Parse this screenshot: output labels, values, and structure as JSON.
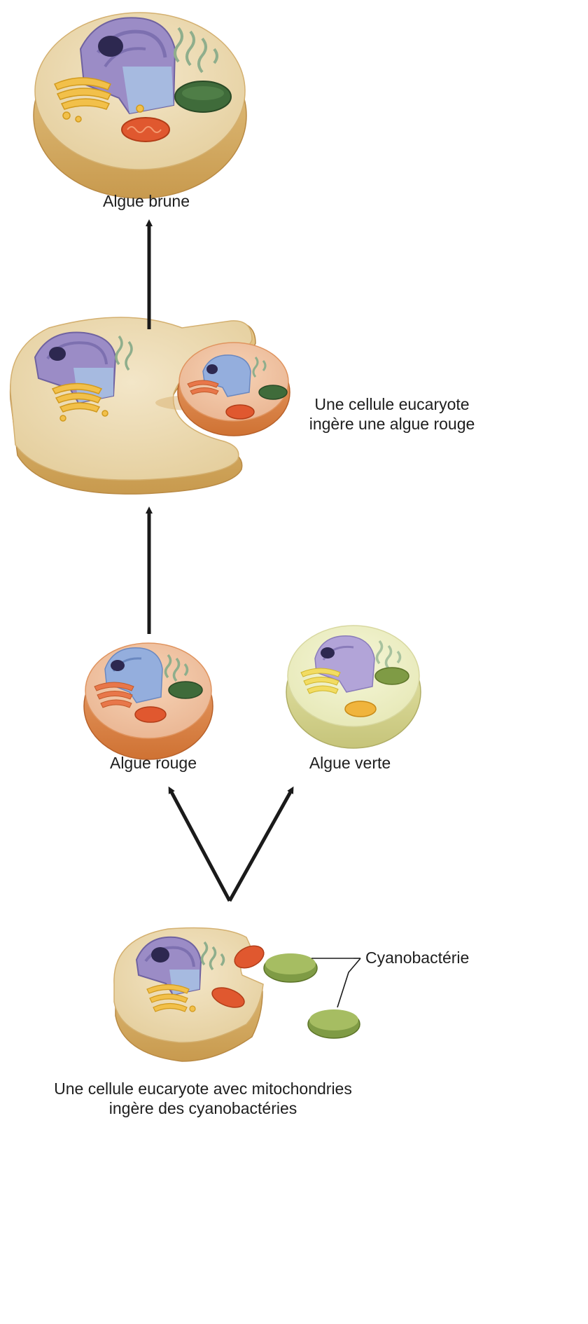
{
  "labels": {
    "brown_alga": "Algue brune",
    "secondary_engulfment": [
      "Une cellule eucaryote",
      "ingère une algue rouge"
    ],
    "red_alga": "Algue rouge",
    "green_alga": "Algue verte",
    "cyanobacterium": "Cyanobactérie",
    "primary_engulfment": [
      "Une cellule eucaryote avec mitochondries",
      "ingère des cyanobactéries"
    ]
  },
  "colors": {
    "arrow": "#1a1a1a",
    "host_cytoplasm": "#eddcb6",
    "host_rim": "#c79a50",
    "red_alga_cytoplasm": "#f2c2a0",
    "red_alga_rim": "#d9823f",
    "green_alga_cytoplasm": "#eef0c6",
    "green_alga_rim": "#c8c87a",
    "nucleus": "#9b8cc6",
    "nucleus_red_alga": "#94aedd",
    "nucleolus": "#2d2850",
    "golgi": "#f2c04a",
    "golgi_red_alga": "#e8774a",
    "mitochondrion": "#e0582f",
    "mitochondrion_green_alga": "#f0b43c",
    "chloroplast_red": "#3f6b3a",
    "chloroplast_green": "#7f9b45",
    "cyanobacterium": "#94ad52",
    "er": "#8fae8c"
  }
}
